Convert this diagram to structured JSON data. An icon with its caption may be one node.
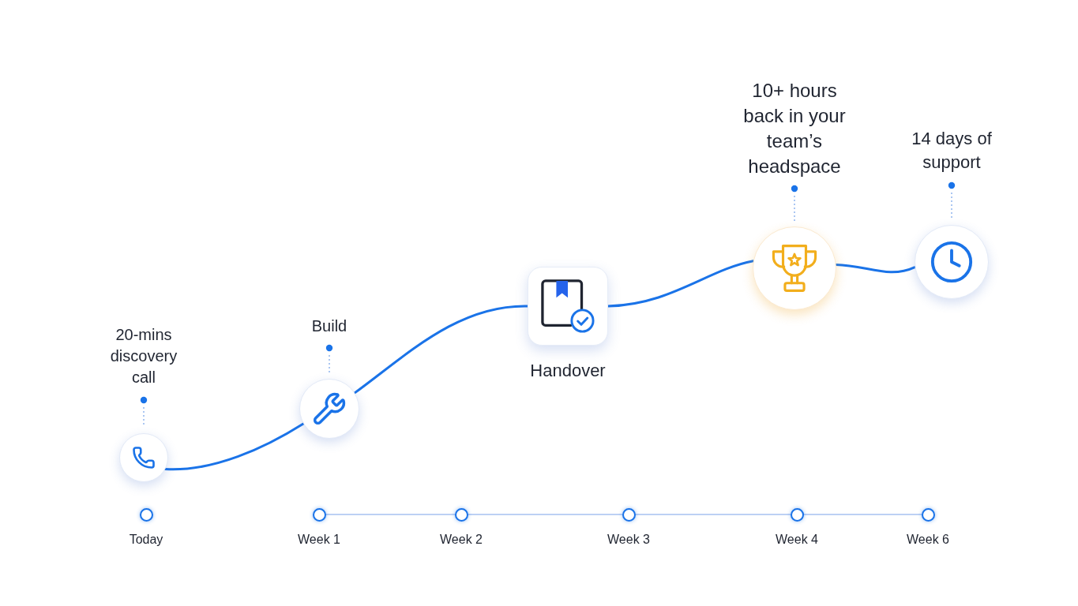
{
  "diagram": {
    "nodes": [
      {
        "text": [],
        "shape": "circle",
        "beside": [
          "20-mins discovery call"
        ]
      },
      {
        "text": [],
        "shape": "circle",
        "beside": [
          "Build"
        ]
      },
      {
        "text": [],
        "shape": "box",
        "beside": [
          "Handover"
        ]
      },
      {
        "text": [],
        "shape": "circle",
        "beside": [
          "10+ hours back in your team’s headspace"
        ]
      },
      {
        "text": [],
        "shape": "circle",
        "beside": [
          "14 days of support"
        ]
      },
      {
        "text": [],
        "shape": "circle",
        "beside": [
          "Today"
        ]
      },
      {
        "text": [],
        "shape": "circle",
        "beside": [
          "Week 1"
        ]
      },
      {
        "text": [],
        "shape": "circle",
        "beside": [
          "Week 2"
        ]
      },
      {
        "text": [],
        "shape": "circle",
        "beside": [
          "Week 3"
        ]
      },
      {
        "text": [],
        "shape": "circle",
        "beside": [
          "Week 4"
        ]
      },
      {
        "text": [],
        "shape": "circle",
        "beside": [
          "Week 6"
        ]
      }
    ],
    "edges": [
      {
        "from": 0,
        "to": 1,
        "arrow": "none"
      },
      {
        "from": 1,
        "to": 2,
        "arrow": "none"
      },
      {
        "from": 2,
        "to": 3,
        "arrow": "none"
      },
      {
        "from": 3,
        "to": 4,
        "arrow": "none"
      },
      {
        "from": 6,
        "to": 7,
        "arrow": "none",
        "color": "#bcd0f4"
      },
      {
        "from": 7,
        "to": 8,
        "arrow": "none",
        "color": "#bcd0f4"
      },
      {
        "from": 8,
        "to": 9,
        "arrow": "none",
        "color": "#bcd0f4"
      },
      {
        "from": 9,
        "to": 10,
        "arrow": "none",
        "color": "#bcd0f4"
      }
    ]
  }
}
